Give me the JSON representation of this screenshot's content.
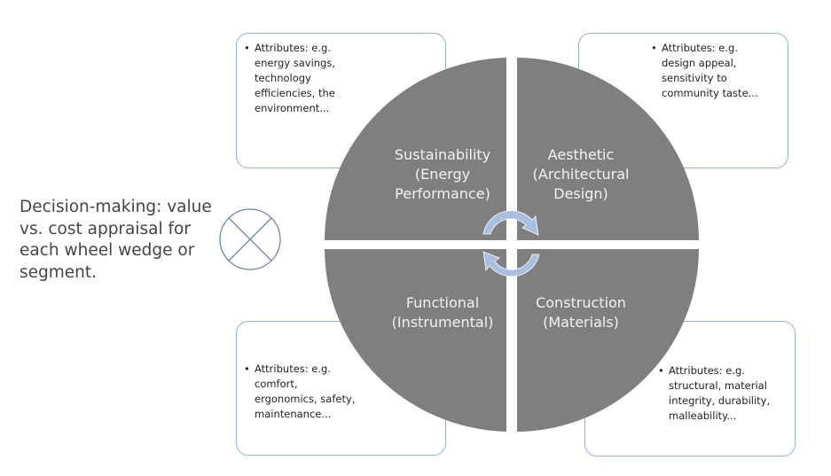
{
  "caption": {
    "lines": [
      "Decision-making: value",
      "vs. cost appraisal for",
      "each wheel wedge or",
      "segment."
    ]
  },
  "segments": [
    {
      "id": "sustainability",
      "label_lines": [
        "Sustainability",
        "(Energy",
        "Performance)"
      ],
      "attributes_lines": [
        "Attributes: e.g.",
        "energy savings,",
        "technology",
        "efficiencies, the",
        "environment..."
      ]
    },
    {
      "id": "aesthetic",
      "label_lines": [
        "Aesthetic",
        "(Architectural",
        "Design)"
      ],
      "attributes_lines": [
        "Attributes: e.g.",
        "design appeal,",
        "sensitivity to",
        "community taste..."
      ]
    },
    {
      "id": "functional",
      "label_lines": [
        "Functional",
        "(Instrumental)"
      ],
      "attributes_lines": [
        "Attributes: e.g.",
        "comfort,",
        "ergonomics, safety,",
        "maintenance..."
      ]
    },
    {
      "id": "construction",
      "label_lines": [
        "Construction",
        "(Materials)"
      ],
      "attributes_lines": [
        "Attributes: e.g.",
        "structural, material",
        "integrity, durability,",
        "malleability..."
      ]
    }
  ],
  "colors": {
    "wedge": "#7f7f7f",
    "box_border": "#8fb0d6",
    "arrow": "#a9bfe0",
    "symbol": "#6f86a8"
  }
}
